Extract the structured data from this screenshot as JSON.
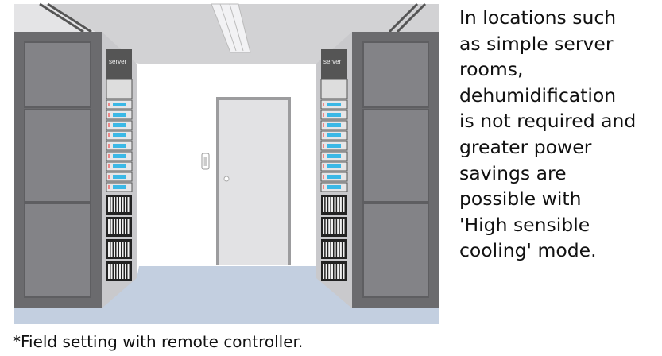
{
  "illustration": {
    "rack_label": "server",
    "colors": {
      "ceiling": "#d2d2d4",
      "wall": "#ffffff",
      "floor": "#c3cfe0",
      "rack_front": "#6b6b6e",
      "rack_panel": "#838387",
      "rack_side": "#c9c9cc",
      "drive_accent": "#3bb8e6"
    }
  },
  "description_lines": [
    "In locations such",
    "as simple server",
    "rooms,",
    "dehumidification",
    "is not required and",
    "greater power",
    "savings are",
    "possible with",
    "'High sensible",
    "cooling' mode."
  ],
  "footnote": "*Field setting with remote controller."
}
